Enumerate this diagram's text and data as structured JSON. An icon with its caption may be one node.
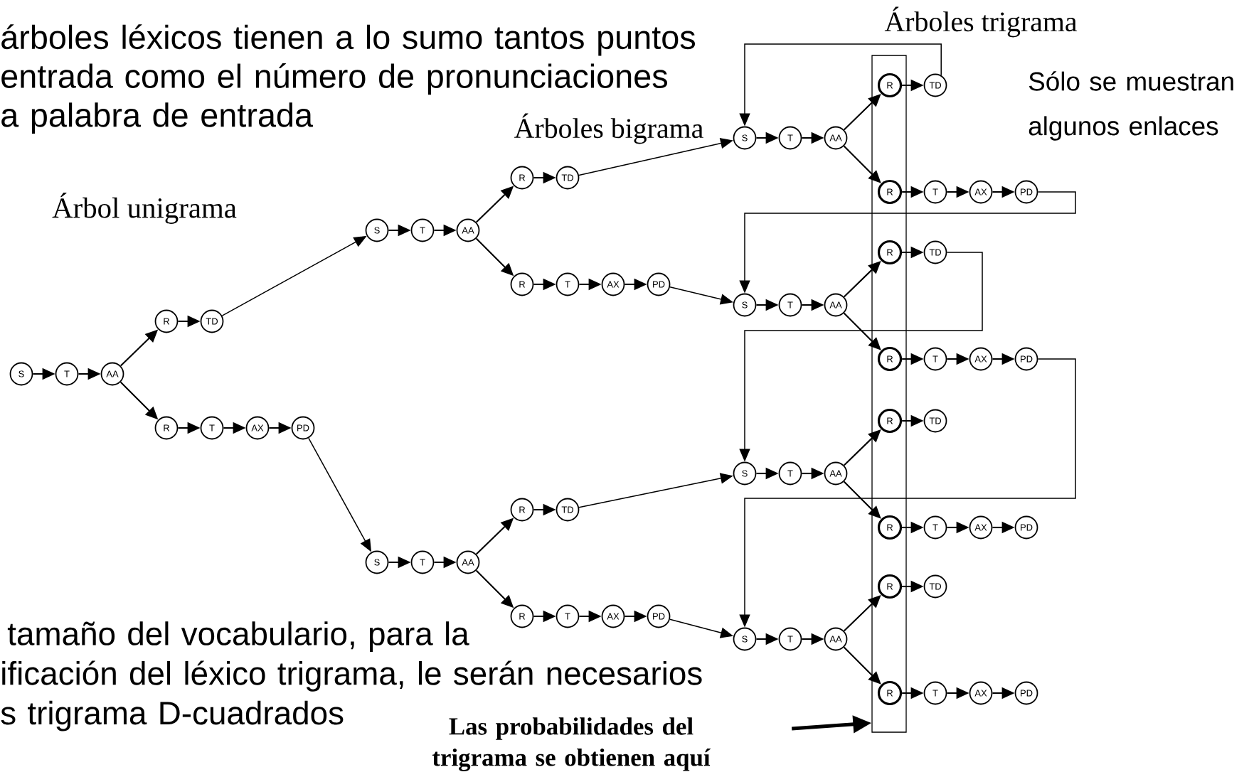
{
  "diagram": {
    "nodes": [
      {
        "text": [
          "S"
        ]
      },
      {
        "text": [
          "T"
        ]
      },
      {
        "text": [
          "AA"
        ]
      },
      {
        "text": [
          "R"
        ]
      },
      {
        "text": [
          "TD"
        ]
      },
      {
        "text": [
          "R"
        ]
      },
      {
        "text": [
          "T"
        ]
      },
      {
        "text": [
          "AX"
        ]
      },
      {
        "text": [
          "PD"
        ]
      },
      {
        "text": [
          "S"
        ]
      },
      {
        "text": [
          "T"
        ]
      },
      {
        "text": [
          "AA"
        ]
      },
      {
        "text": [
          "R"
        ]
      },
      {
        "text": [
          "TD"
        ]
      },
      {
        "text": [
          "R"
        ]
      },
      {
        "text": [
          "T"
        ]
      },
      {
        "text": [
          "AX"
        ]
      },
      {
        "text": [
          "PD"
        ]
      },
      {
        "text": [
          "S"
        ]
      },
      {
        "text": [
          "T"
        ]
      },
      {
        "text": [
          "AA"
        ]
      },
      {
        "text": [
          "R"
        ]
      },
      {
        "text": [
          "TD"
        ]
      },
      {
        "text": [
          "R"
        ]
      },
      {
        "text": [
          "T"
        ]
      },
      {
        "text": [
          "AX"
        ]
      },
      {
        "text": [
          "PD"
        ]
      },
      {
        "text": [],
        "shape": "box"
      },
      {
        "text": [
          "S"
        ]
      },
      {
        "text": [
          "T"
        ]
      },
      {
        "text": [
          "AA"
        ]
      },
      {
        "text": [
          "R"
        ],
        "in": 27
      },
      {
        "text": [
          "TD"
        ]
      },
      {
        "text": [
          "R"
        ],
        "in": 27
      },
      {
        "text": [
          "T"
        ]
      },
      {
        "text": [
          "AX"
        ]
      },
      {
        "text": [
          "PD"
        ]
      },
      {
        "text": [
          "S"
        ]
      },
      {
        "text": [
          "T"
        ]
      },
      {
        "text": [
          "AA"
        ]
      },
      {
        "text": [
          "R"
        ],
        "in": 27
      },
      {
        "text": [
          "TD"
        ]
      },
      {
        "text": [
          "R"
        ],
        "in": 27
      },
      {
        "text": [
          "T"
        ]
      },
      {
        "text": [
          "AX"
        ]
      },
      {
        "text": [
          "PD"
        ]
      },
      {
        "text": [
          "S"
        ]
      },
      {
        "text": [
          "T"
        ]
      },
      {
        "text": [
          "AA"
        ]
      },
      {
        "text": [
          "R"
        ],
        "in": 27
      },
      {
        "text": [
          "TD"
        ]
      },
      {
        "text": [
          "R"
        ],
        "in": 27
      },
      {
        "text": [
          "T"
        ]
      },
      {
        "text": [
          "AX"
        ]
      },
      {
        "text": [
          "PD"
        ]
      },
      {
        "text": [
          "S"
        ]
      },
      {
        "text": [
          "T"
        ]
      },
      {
        "text": [
          "AA"
        ]
      },
      {
        "text": [
          "R"
        ],
        "in": 27
      },
      {
        "text": [
          "TD"
        ]
      },
      {
        "text": [
          "R"
        ],
        "in": 27
      },
      {
        "text": [
          "T"
        ]
      },
      {
        "text": [
          "AX"
        ]
      },
      {
        "text": [
          "PD"
        ]
      },
      {
        "text": [
          "Las probabilidades del trigrama se obtienen aquí"
        ]
      }
    ],
    "edges": [
      {
        "from": 0,
        "to": 1,
        "arrow": "to"
      },
      {
        "from": 1,
        "to": 2,
        "arrow": "to"
      },
      {
        "from": 2,
        "to": 3,
        "arrow": "to"
      },
      {
        "from": 3,
        "to": 4,
        "arrow": "to"
      },
      {
        "from": 2,
        "to": 5,
        "arrow": "to"
      },
      {
        "from": 5,
        "to": 6,
        "arrow": "to"
      },
      {
        "from": 6,
        "to": 7,
        "arrow": "to"
      },
      {
        "from": 7,
        "to": 8,
        "arrow": "to"
      },
      {
        "from": 9,
        "to": 10,
        "arrow": "to"
      },
      {
        "from": 10,
        "to": 11,
        "arrow": "to"
      },
      {
        "from": 11,
        "to": 12,
        "arrow": "to"
      },
      {
        "from": 12,
        "to": 13,
        "arrow": "to"
      },
      {
        "from": 11,
        "to": 14,
        "arrow": "to"
      },
      {
        "from": 14,
        "to": 15,
        "arrow": "to"
      },
      {
        "from": 15,
        "to": 16,
        "arrow": "to"
      },
      {
        "from": 16,
        "to": 17,
        "arrow": "to"
      },
      {
        "from": 18,
        "to": 19,
        "arrow": "to"
      },
      {
        "from": 19,
        "to": 20,
        "arrow": "to"
      },
      {
        "from": 20,
        "to": 21,
        "arrow": "to"
      },
      {
        "from": 21,
        "to": 22,
        "arrow": "to"
      },
      {
        "from": 20,
        "to": 23,
        "arrow": "to"
      },
      {
        "from": 23,
        "to": 24,
        "arrow": "to"
      },
      {
        "from": 24,
        "to": 25,
        "arrow": "to"
      },
      {
        "from": 25,
        "to": 26,
        "arrow": "to"
      },
      {
        "from": 28,
        "to": 29,
        "arrow": "to"
      },
      {
        "from": 29,
        "to": 30,
        "arrow": "to"
      },
      {
        "from": 30,
        "to": 31,
        "arrow": "to"
      },
      {
        "from": 31,
        "to": 32,
        "arrow": "to"
      },
      {
        "from": 30,
        "to": 33,
        "arrow": "to"
      },
      {
        "from": 33,
        "to": 34,
        "arrow": "to"
      },
      {
        "from": 34,
        "to": 35,
        "arrow": "to"
      },
      {
        "from": 35,
        "to": 36,
        "arrow": "to"
      },
      {
        "from": 37,
        "to": 38,
        "arrow": "to"
      },
      {
        "from": 38,
        "to": 39,
        "arrow": "to"
      },
      {
        "from": 39,
        "to": 40,
        "arrow": "to"
      },
      {
        "from": 40,
        "to": 41,
        "arrow": "to"
      },
      {
        "from": 39,
        "to": 42,
        "arrow": "to"
      },
      {
        "from": 42,
        "to": 43,
        "arrow": "to"
      },
      {
        "from": 43,
        "to": 44,
        "arrow": "to"
      },
      {
        "from": 44,
        "to": 45,
        "arrow": "to"
      },
      {
        "from": 46,
        "to": 47,
        "arrow": "to"
      },
      {
        "from": 47,
        "to": 48,
        "arrow": "to"
      },
      {
        "from": 48,
        "to": 49,
        "arrow": "to"
      },
      {
        "from": 49,
        "to": 50,
        "arrow": "to"
      },
      {
        "from": 48,
        "to": 51,
        "arrow": "to"
      },
      {
        "from": 51,
        "to": 52,
        "arrow": "to"
      },
      {
        "from": 52,
        "to": 53,
        "arrow": "to"
      },
      {
        "from": 53,
        "to": 54,
        "arrow": "to"
      },
      {
        "from": 55,
        "to": 56,
        "arrow": "to"
      },
      {
        "from": 56,
        "to": 57,
        "arrow": "to"
      },
      {
        "from": 57,
        "to": 58,
        "arrow": "to"
      },
      {
        "from": 58,
        "to": 59,
        "arrow": "to"
      },
      {
        "from": 57,
        "to": 60,
        "arrow": "to"
      },
      {
        "from": 60,
        "to": 61,
        "arrow": "to"
      },
      {
        "from": 61,
        "to": 62,
        "arrow": "to"
      },
      {
        "from": 62,
        "to": 63,
        "arrow": "to"
      },
      {
        "from": 4,
        "to": 9,
        "arrow": "to"
      },
      {
        "from": 8,
        "to": 18,
        "arrow": "to"
      },
      {
        "from": 13,
        "to": 28,
        "arrow": "to"
      },
      {
        "from": 17,
        "to": 37,
        "arrow": "to"
      },
      {
        "from": 22,
        "to": 46,
        "arrow": "to"
      },
      {
        "from": 26,
        "to": 55,
        "arrow": "to"
      },
      {
        "from": 32,
        "to": 28,
        "arrow": "to"
      },
      {
        "from": 36,
        "to": 37,
        "arrow": "to"
      },
      {
        "from": 41,
        "to": 46,
        "arrow": "to"
      },
      {
        "from": 45,
        "to": 55,
        "arrow": "to"
      },
      {
        "from": 64,
        "to": 27,
        "arrow": "to",
        "style": "thick"
      }
    ],
    "labels": [
      "árboles léxicos tienen a lo sumo tantos puntos entrada como el número de pronunciaciones a palabra de entrada",
      "Árboles trigrama",
      "Sólo se muestran algunos enlaces",
      "Árboles bigrama",
      "Árbol unigrama",
      "tamaño del vocabulario, para la ificación del léxico trigrama, le serán necesarios s trigrama D-cuadrados"
    ]
  }
}
